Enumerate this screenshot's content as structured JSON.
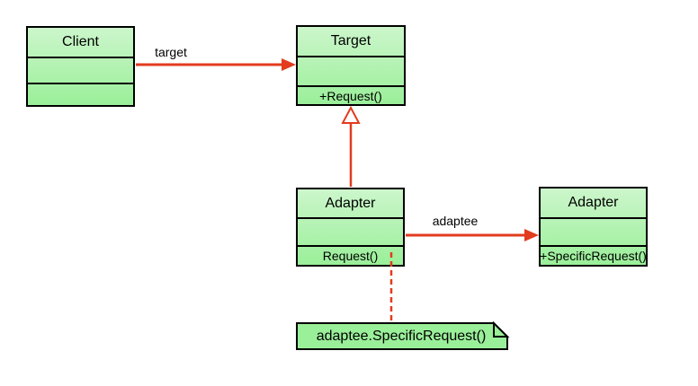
{
  "classes": {
    "client": {
      "name": "Client"
    },
    "target": {
      "name": "Target",
      "method": "+Request()"
    },
    "adapter": {
      "name": "Adapter",
      "method": "Request()"
    },
    "adaptee": {
      "name": "Adapter",
      "method": "+SpecificRequest()"
    }
  },
  "edges": {
    "client_to_target": {
      "label": "target"
    },
    "adapter_to_adaptee": {
      "label": "adaptee"
    }
  },
  "note": {
    "text": "adaptee.SpecificRequest()"
  },
  "colors": {
    "connector_red": "#e23b1e",
    "box_fill_top": "#ccf6cb",
    "box_fill_bottom": "#9aef99",
    "note_fill": "#9aef99",
    "border_black": "#000000",
    "background": "#ffffff"
  }
}
